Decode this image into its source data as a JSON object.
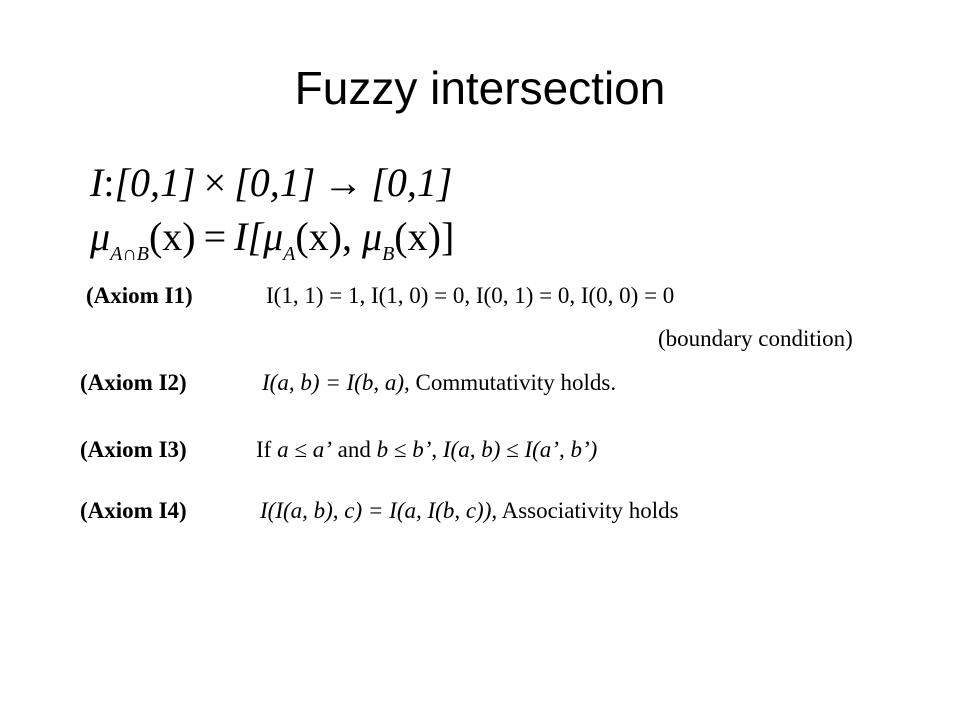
{
  "slide": {
    "title": "Fuzzy intersection",
    "formula1": {
      "fn": "I",
      "colon": ":",
      "domain_a": "[0,1]",
      "times": "×",
      "domain_b": "[0,1]",
      "arrow": "→",
      "range": "[0,1]"
    },
    "formula2": {
      "mu": "μ",
      "sub_ab": "A∩B",
      "arg": "(x)",
      "equals": "=",
      "rhs_open": "I[",
      "mu_a": "μ",
      "sub_a": "A",
      "arg_a": "(x),",
      "mu_b": "μ",
      "sub_b": "B",
      "arg_b": "(x)]"
    },
    "axioms": {
      "i1": {
        "label": "(Axiom I1)",
        "text": "I(1, 1) = 1, I(1, 0) = 0, I(0, 1) = 0, I(0, 0) = 0",
        "note": "(boundary condition)"
      },
      "i2": {
        "label": "(Axiom I2)",
        "expr": "I(a, b) = I(b, a),",
        "text": " Commutativity holds."
      },
      "i3": {
        "label": "(Axiom I3)",
        "if_word": "If ",
        "cond1": "a  ≤  a’",
        "and_word": " and ",
        "cond2": "b  ≤  b’",
        "comma": ", ",
        "result": "I(a,  b)  ≤  I(a’,  b’)"
      },
      "i4": {
        "label": "(Axiom I4)",
        "expr": "I(I(a, b), c) = I(a, I(b, c)),",
        "text": " Associativity holds"
      }
    }
  }
}
